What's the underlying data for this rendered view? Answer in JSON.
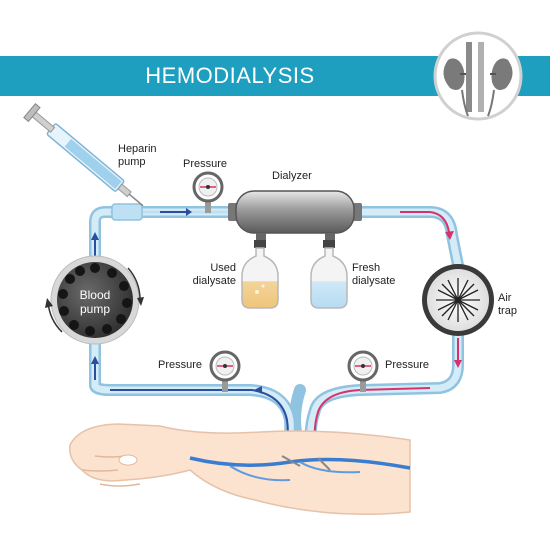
{
  "title": "HEMODIALYSIS",
  "labels": {
    "heparin_pump": [
      "Heparin",
      "pump"
    ],
    "pressure_top": "Pressure",
    "dialyzer": "Dialyzer",
    "used_dialysate": [
      "Used",
      "dialysate"
    ],
    "fresh_dialysate": [
      "Fresh",
      "dialysate"
    ],
    "air_trap": [
      "Air",
      "trap"
    ],
    "blood_pump": [
      "Blood",
      "pump"
    ],
    "pressure_left": "Pressure",
    "pressure_right": "Pressure"
  },
  "icons": [
    "kidney-icon",
    "syringe-icon",
    "pressure-gauge-icon",
    "dialyzer-icon",
    "bottle-icon",
    "air-trap-icon",
    "blood-pump-icon",
    "arm-icon"
  ],
  "colors": {
    "banner": "#1f9fbf",
    "tube": "#bfe0f2",
    "tube_border": "#8fc3e0",
    "arrow_blue": "#2a4fa0",
    "arrow_pink": "#d6336c",
    "skin": "#fbe3cf"
  }
}
